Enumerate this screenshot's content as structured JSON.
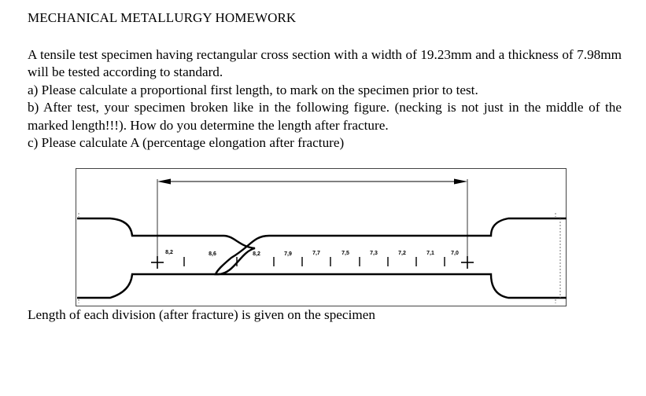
{
  "title": "MECHANICAL METALLURGY HOMEWORK",
  "problem": {
    "intro": "A tensile test specimen having rectangular cross section with a width of 19.23mm and a thickness of 7.98mm will be tested according to standard.",
    "part_a": "a) Please calculate a proportional first length, to mark on the specimen prior to test.",
    "part_b": "b) After test, your specimen broken like in the following figure. (necking is not just in the middle of the marked length!!!). How do you determine the length after fracture.",
    "part_c": "c) Please calculate A (percentage elongation after fracture)"
  },
  "figure": {
    "division_lengths": [
      "8,2",
      "8,6",
      "8,2",
      "7,9",
      "7,7",
      "7,5",
      "7,3",
      "7,2",
      "7,1",
      "7,0"
    ]
  },
  "caption": "Length of each division (after fracture) is given on the specimen"
}
